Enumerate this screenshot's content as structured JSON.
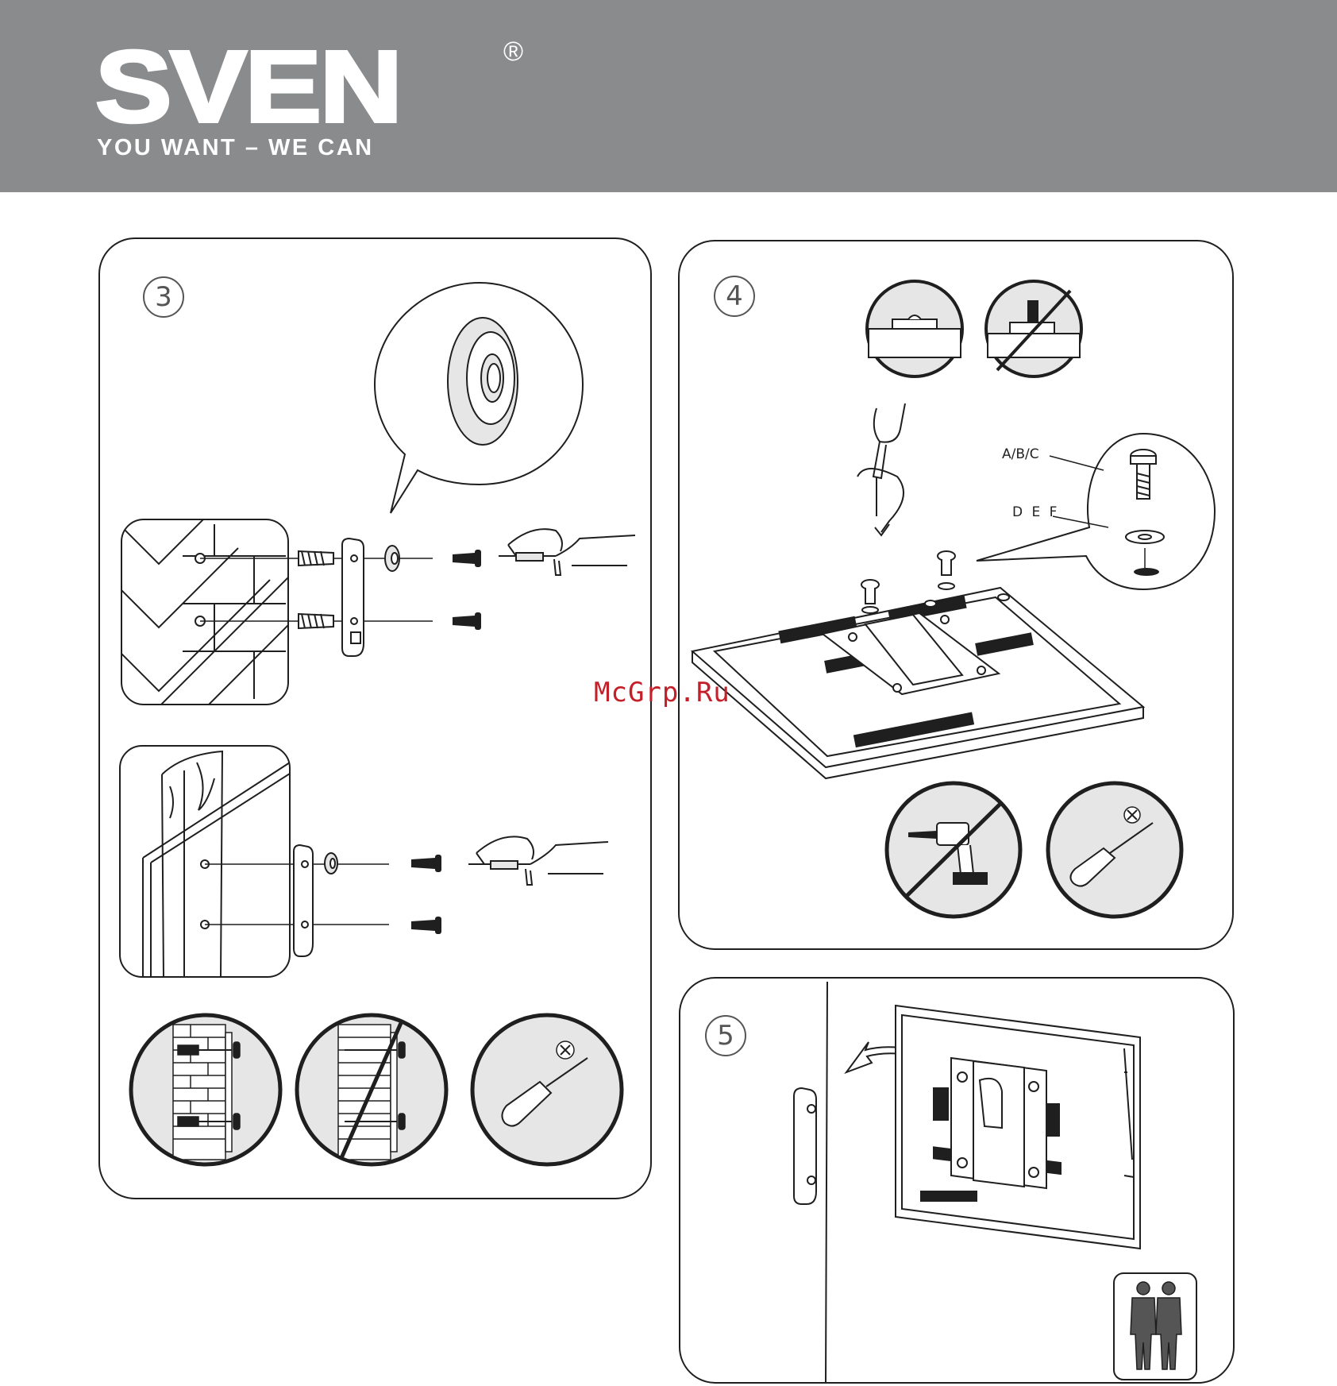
{
  "header": {
    "brand": "SVEN",
    "registered_mark": "®",
    "tagline": "YOU WANT – WE CAN"
  },
  "steps": [
    {
      "number": "3"
    },
    {
      "number": "4",
      "labels": [
        "A/B/C",
        "D E F"
      ]
    },
    {
      "number": "5"
    }
  ],
  "watermark": "McGrp.Ru",
  "colors": {
    "header_bg": "#8a8b8d",
    "line": "#1f1f1f",
    "fill_light": "#e6e6e6",
    "watermark": "#c4202a"
  },
  "icons": [
    "brick-wall-icon",
    "wood-wall-icon",
    "wall-plug-icon",
    "mounting-bracket-icon",
    "washer-icon",
    "screw-icon",
    "screwdriver-icon",
    "hand-icon",
    "drill-prohibited-icon",
    "overtighten-prohibited-icon",
    "tv-back-icon",
    "two-persons-icon"
  ]
}
